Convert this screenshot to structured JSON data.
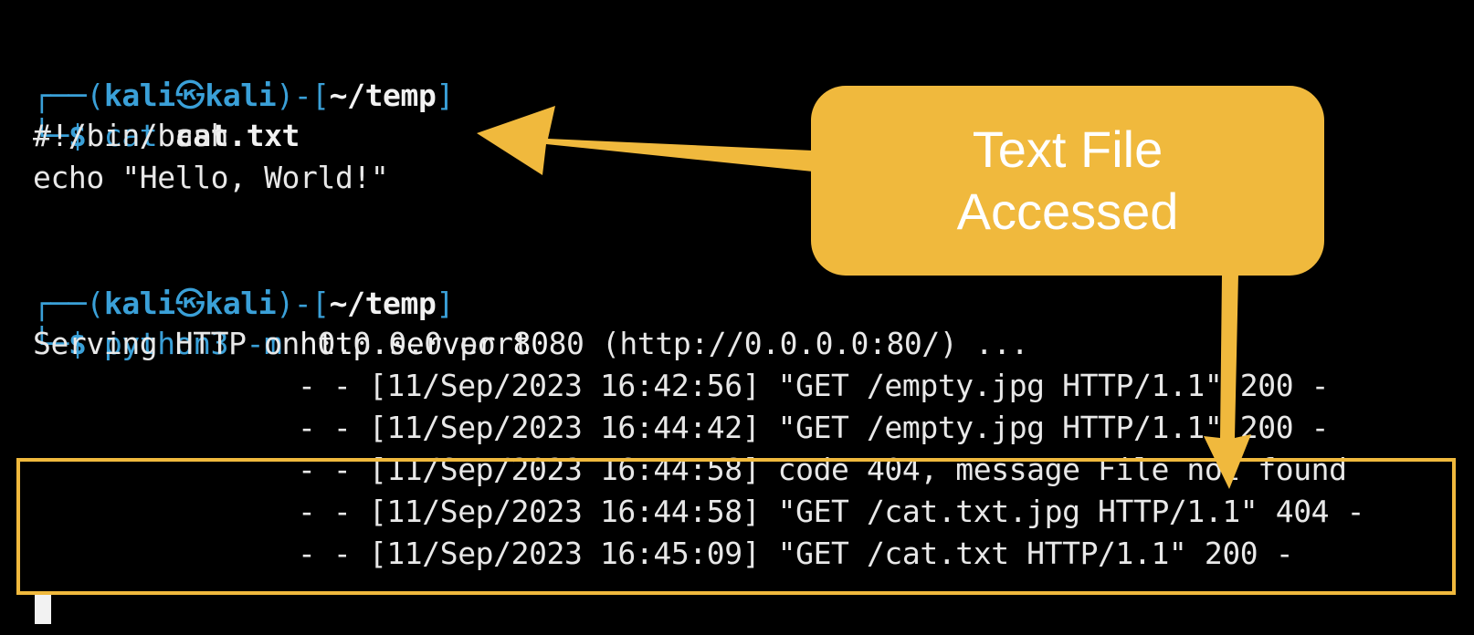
{
  "terminal": {
    "session1": {
      "prompt_open": "(",
      "user": "kali",
      "at_icon": "㉿",
      "host": "kali",
      "prompt_mid": ")-[",
      "dir": "~/temp",
      "prompt_close": "]",
      "dollar": "$",
      "cmd": "cat",
      "arg": "cat.txt",
      "output": [
        "#!/bin/bash",
        "echo \"Hello, World!\""
      ]
    },
    "session2": {
      "prompt_open": "(",
      "user": "kali",
      "at_icon": "㉿",
      "host": "kali",
      "prompt_mid": ")-[",
      "dir": "~/temp",
      "prompt_close": "]",
      "dollar": "$",
      "cmd": "python3",
      "flag": "-m",
      "arg": "http.server 80",
      "serving": "Serving HTTP on 0.0.0.0 port 80 (http://0.0.0.0:80/) ...",
      "log": [
        "- - [11/Sep/2023 16:42:56] \"GET /empty.jpg HTTP/1.1\" 200 -",
        "- - [11/Sep/2023 16:44:42] \"GET /empty.jpg HTTP/1.1\" 200 -",
        "- - [11/Sep/2023 16:44:58] code 404, message File not found",
        "- - [11/Sep/2023 16:44:58] \"GET /cat.txt.jpg HTTP/1.1\" 404 -",
        "- - [11/Sep/2023 16:45:09] \"GET /cat.txt HTTP/1.1\" 200 -"
      ]
    }
  },
  "annotation": {
    "callout_line1": "Text File",
    "callout_line2": "Accessed",
    "color": "#f0b93d"
  }
}
